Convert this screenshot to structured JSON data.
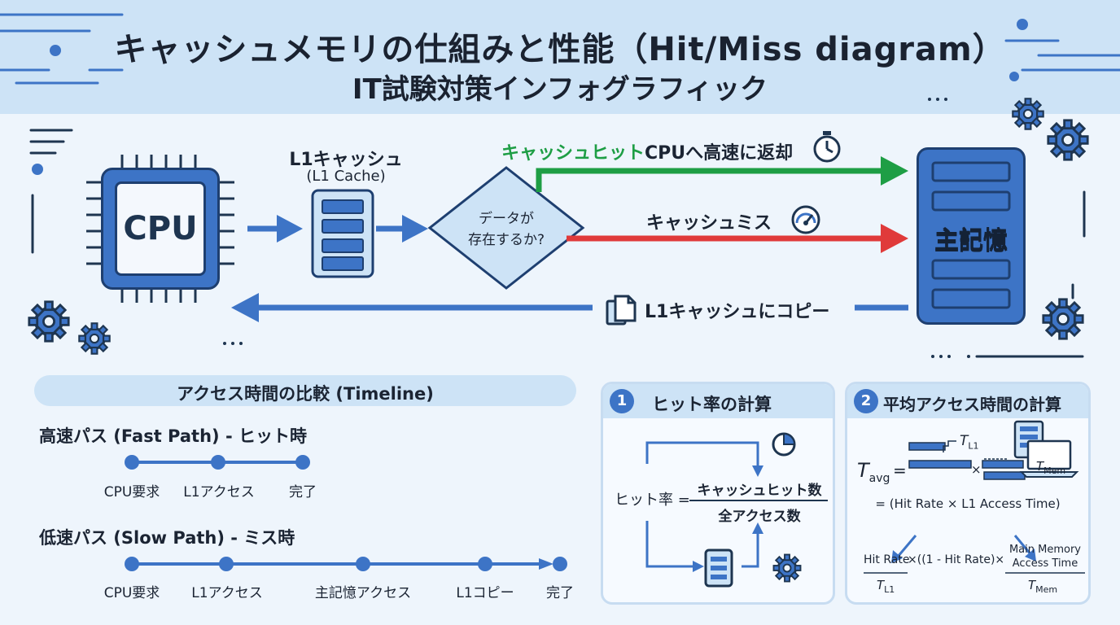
{
  "header": {
    "title": "キャッシュメモリの仕組みと性能（Hit/Miss diagram）",
    "subtitle": "IT試験対策インフォグラフィック"
  },
  "diagram": {
    "cpu_label": "CPU",
    "l1_label": "L1キャッシュ",
    "l1_sub": "(L1 Cache)",
    "decision_line1": "データが",
    "decision_line2": "存在するか?",
    "hit_label_green": "キャッシュヒット",
    "hit_label_rest": "CPUへ高速に返却",
    "miss_label": "キャッシュミス",
    "memory_label": "主記憶",
    "copy_label": "L1キャッシュにコピー",
    "colors": {
      "hit": "#1e9e45",
      "miss": "#e03a3a",
      "flow": "#3d74c6"
    }
  },
  "timeline": {
    "section_title": "アクセス時間の比較 (Timeline)",
    "fast_title": "高速パス (Fast Path) - ヒット時",
    "fast_steps": [
      "CPU要求",
      "L1アクセス",
      "完了"
    ],
    "slow_title": "低速パス (Slow Path) - ミス時",
    "slow_steps": [
      "CPU要求",
      "L1アクセス",
      "主記憶アクセス",
      "L1コピー",
      "完了"
    ]
  },
  "panel1": {
    "number": "1",
    "title": "ヒット率の計算",
    "lhs": "ヒット率 =",
    "numerator": "キャッシュヒット数",
    "denominator": "全アクセス数"
  },
  "panel2": {
    "number": "2",
    "title": "平均アクセス時間の計算",
    "tavg_main": "T",
    "tavg_sub": "avg",
    "equals": "=",
    "tl1_main": "T",
    "tl1_sub": "L1",
    "times": "×",
    "tmem_main": "T",
    "tmem_sub": "Mem",
    "formula_line": "= (Hit Rate × L1 Access Time)",
    "hit_rate": "Hit Rate",
    "miss_part": "×((1 - Hit Rate)×",
    "main_memory_line1": "Main Memory",
    "main_memory_line2": "Access Time",
    "bottom_tl1_main": "T",
    "bottom_tl1_sub": "L1",
    "bottom_tmem_main": "T",
    "bottom_tmem_sub": "Mem"
  },
  "icons": [
    "stopwatch-icon",
    "gauge-icon",
    "copy-documents-icon",
    "gear-icon",
    "pie-chart-icon",
    "server-icon",
    "laptop-icon"
  ]
}
